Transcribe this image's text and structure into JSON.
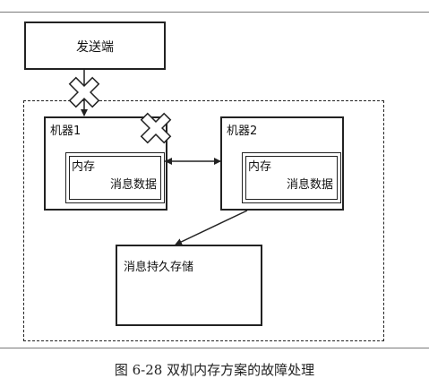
{
  "sender": {
    "label": "发送端"
  },
  "machine1": {
    "title": "机器1",
    "memory_label": "内存",
    "message_label": "消息数据"
  },
  "machine2": {
    "title": "机器2",
    "memory_label": "内存",
    "message_label": "消息数据"
  },
  "storage": {
    "label": "消息持久存储"
  },
  "caption": "图 6-28    双机内存方案的故障处理",
  "colors": {
    "line": "#222222",
    "rule": "#7a7a7a",
    "cross_fill": "#ffffff"
  }
}
